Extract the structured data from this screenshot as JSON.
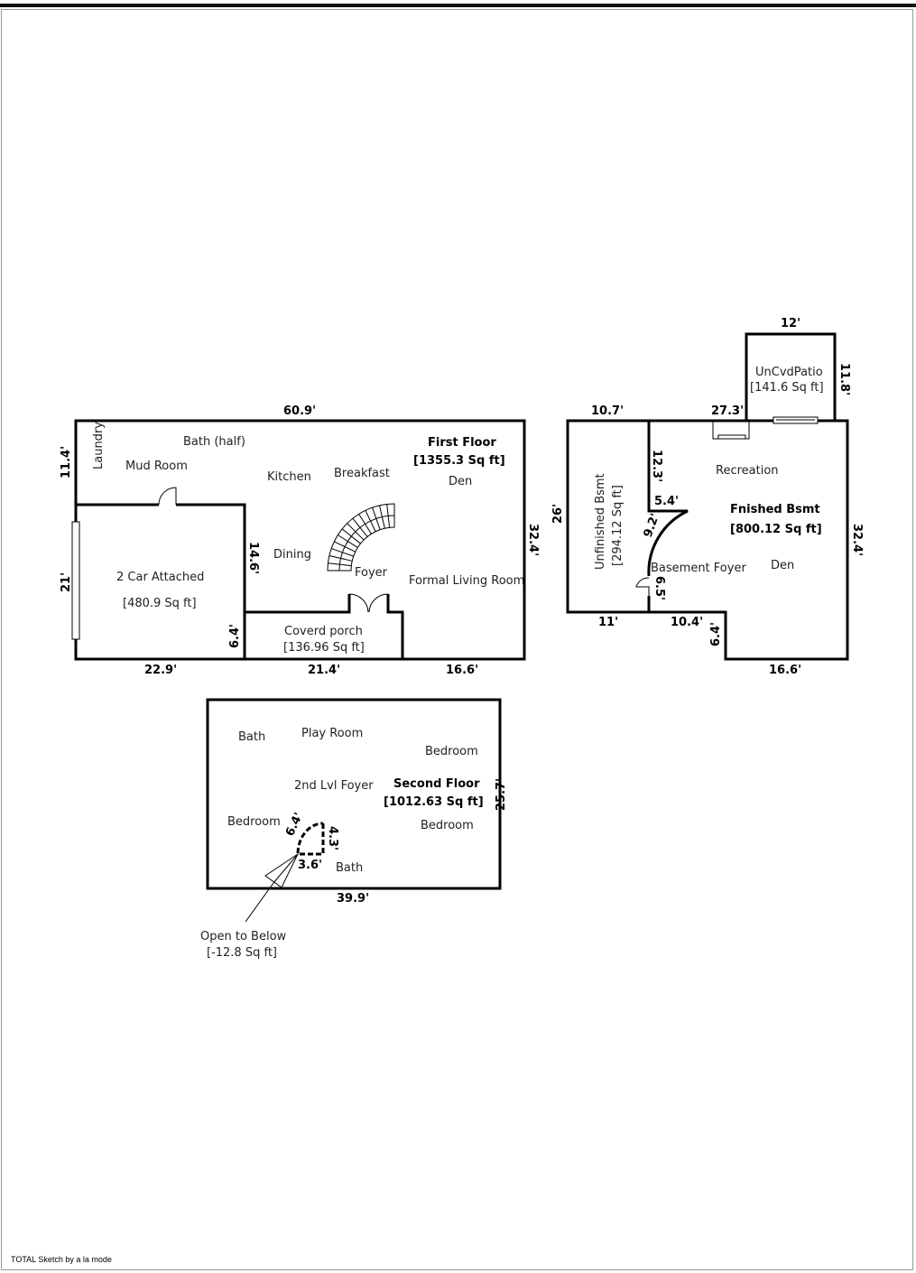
{
  "first_floor": {
    "title": "First Floor",
    "area": "[1355.3 Sq ft]",
    "rooms": [
      "Laundry",
      "Bath (half)",
      "Mud Room",
      "Kitchen",
      "Breakfast",
      "Den",
      "Dining",
      "Foyer",
      "Formal Living Room"
    ],
    "garage": {
      "name": "2 Car Attached",
      "area": "[480.9 Sq ft]"
    },
    "porch": {
      "name": "Coverd porch",
      "area": "[136.96 Sq ft]"
    },
    "dims": {
      "top": "60.9'",
      "left_upper": "11.4'",
      "left_lower": "21'",
      "right": "32.4'",
      "inner": "14.6'",
      "porch_side": "6.4'",
      "bottom_1": "22.9'",
      "bottom_2": "21.4'",
      "bottom_3": "16.6'"
    }
  },
  "basement": {
    "title": "Fnished Bsmt",
    "area": "[800.12 Sq ft]",
    "rooms": [
      "Recreation",
      "Basement Foyer",
      "Den"
    ],
    "unfinished": {
      "name": "Unfinished Bsmt",
      "area": "[294.12 Sq ft]"
    },
    "patio": {
      "name": "UnCvdPatio",
      "area": "[141.6 Sq ft]"
    },
    "dims": {
      "patio_top": "12'",
      "patio_side": "11.8'",
      "top_1": "10.7'",
      "top_2": "27.3'",
      "left": "26'",
      "right": "32.4'",
      "inner_1": "12.3'",
      "inner_2": "5.4'",
      "inner_3": "9.2'",
      "inner_4": "6.5'",
      "bottom_1": "11'",
      "bottom_2": "10.4'",
      "step": "6.4'",
      "bottom_3": "16.6'"
    }
  },
  "second_floor": {
    "title": "Second Floor",
    "area": "[1012.63 Sq ft]",
    "rooms": [
      "Bath",
      "Play Room",
      "Bedroom",
      "2nd Lvl Foyer",
      "Bedroom",
      "Bedroom",
      "Bath"
    ],
    "open": {
      "name": "Open to Below",
      "area": "[-12.8 Sq ft]"
    },
    "dims": {
      "right": "25.7'",
      "bottom": "39.9'",
      "arc": "6.4'",
      "side": "4.3'",
      "base": "3.6'"
    }
  },
  "footer": "TOTAL Sketch by a la mode"
}
